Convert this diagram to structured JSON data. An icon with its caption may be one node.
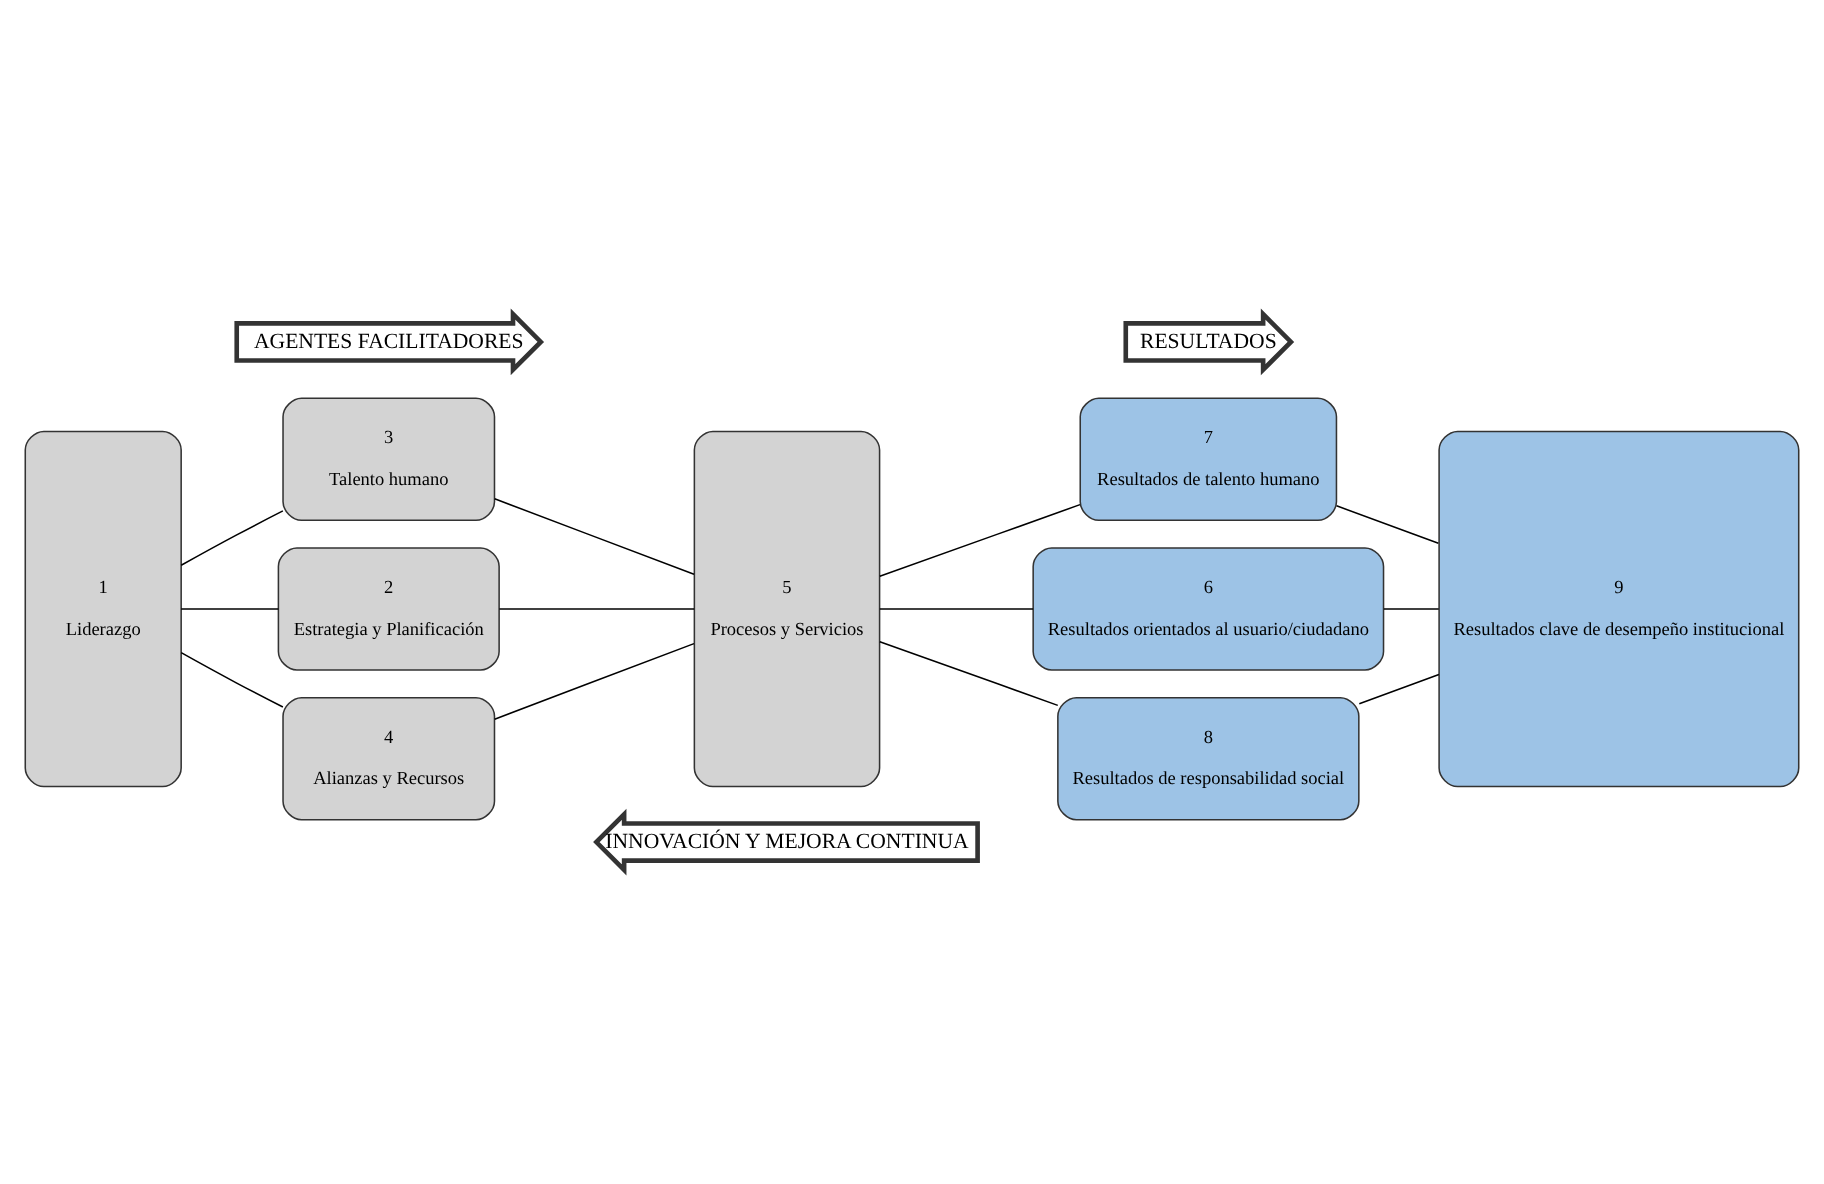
{
  "diagram": {
    "nodes": [
      {
        "text": [
          "1",
          "Liderazgo"
        ]
      },
      {
        "text": [
          "3",
          "Talento humano"
        ]
      },
      {
        "text": [
          "2",
          "Estrategia y Planificación"
        ]
      },
      {
        "text": [
          "4",
          "Alianzas y Recursos"
        ]
      },
      {
        "text": [
          "5",
          "Procesos y Servicios"
        ]
      },
      {
        "text": [
          "7",
          "Resultados de talento humano"
        ]
      },
      {
        "text": [
          "6",
          "Resultados orientados al usuario/ciudadano"
        ]
      },
      {
        "text": [
          "8",
          "Resultados de responsabilidad social"
        ]
      },
      {
        "text": [
          "9",
          "Resultados clave de desempeño institucional"
        ]
      }
    ],
    "edges": [
      {
        "from": 0,
        "to": 1,
        "arrow": "none"
      },
      {
        "from": 0,
        "to": 2,
        "arrow": "none"
      },
      {
        "from": 0,
        "to": 3,
        "arrow": "none"
      },
      {
        "from": 1,
        "to": 4,
        "arrow": "none"
      },
      {
        "from": 2,
        "to": 4,
        "arrow": "none"
      },
      {
        "from": 3,
        "to": 4,
        "arrow": "none"
      },
      {
        "from": 4,
        "to": 5,
        "arrow": "none"
      },
      {
        "from": 4,
        "to": 6,
        "arrow": "none"
      },
      {
        "from": 4,
        "to": 7,
        "arrow": "none"
      },
      {
        "from": 5,
        "to": 8,
        "arrow": "none"
      },
      {
        "from": 6,
        "to": 8,
        "arrow": "none"
      },
      {
        "from": 7,
        "to": 8,
        "arrow": "none"
      }
    ],
    "labels": [
      "AGENTES FACILITADORES",
      "RESULTADOS",
      "INNOVACIÓN Y MEJORA CONTINUA"
    ]
  }
}
